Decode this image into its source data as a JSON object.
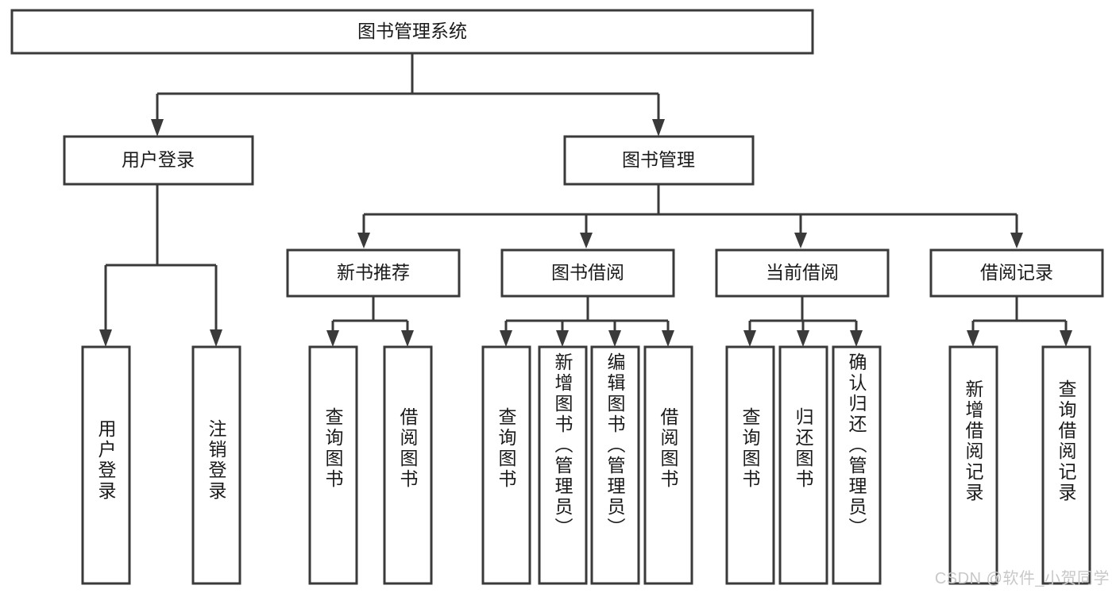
{
  "diagram": {
    "title": "图书管理系统",
    "type": "functional-decomposition-tree",
    "stroke_color": "#3a3a3a",
    "fill_color": "#ffffff",
    "text_color": "#1a1a1a",
    "watermark": "CSDN @软件_小贺同学",
    "levels": [
      {
        "level": 1,
        "nodes": [
          {
            "id": "root",
            "label": "图书管理系统",
            "orientation": "horizontal"
          }
        ]
      },
      {
        "level": 2,
        "nodes": [
          {
            "id": "login",
            "label": "用户登录",
            "orientation": "horizontal",
            "parent": "root"
          },
          {
            "id": "bookmgmt",
            "label": "图书管理",
            "orientation": "horizontal",
            "parent": "root"
          }
        ]
      },
      {
        "level": 3,
        "nodes": [
          {
            "id": "newbook",
            "label": "新书推荐",
            "orientation": "horizontal",
            "parent": "bookmgmt"
          },
          {
            "id": "borrow",
            "label": "图书借阅",
            "orientation": "horizontal",
            "parent": "bookmgmt"
          },
          {
            "id": "current",
            "label": "当前借阅",
            "orientation": "horizontal",
            "parent": "bookmgmt"
          },
          {
            "id": "records",
            "label": "借阅记录",
            "orientation": "horizontal",
            "parent": "bookmgmt"
          }
        ]
      },
      {
        "level": 4,
        "nodes": [
          {
            "id": "leaf-user-login",
            "label": "用户登录",
            "orientation": "vertical",
            "parent": "login"
          },
          {
            "id": "leaf-user-logout",
            "label": "注销登录",
            "orientation": "vertical",
            "parent": "login"
          },
          {
            "id": "leaf-query-book-1",
            "label": "查询图书",
            "orientation": "vertical",
            "parent": "newbook"
          },
          {
            "id": "leaf-borrow-book-1",
            "label": "借阅图书",
            "orientation": "vertical",
            "parent": "newbook"
          },
          {
            "id": "leaf-query-book-2",
            "label": "查询图书",
            "orientation": "vertical",
            "parent": "borrow"
          },
          {
            "id": "leaf-add-book",
            "label": "新增图书（管理员）",
            "orientation": "vertical",
            "parent": "borrow"
          },
          {
            "id": "leaf-edit-book",
            "label": "编辑图书（管理员）",
            "orientation": "vertical",
            "parent": "borrow"
          },
          {
            "id": "leaf-borrow-book-2",
            "label": "借阅图书",
            "orientation": "vertical",
            "parent": "borrow"
          },
          {
            "id": "leaf-query-book-3",
            "label": "查询图书",
            "orientation": "vertical",
            "parent": "current"
          },
          {
            "id": "leaf-return-book",
            "label": "归还图书",
            "orientation": "vertical",
            "parent": "current"
          },
          {
            "id": "leaf-confirm-return",
            "label": "确认归还（管理员）",
            "orientation": "vertical",
            "parent": "current"
          },
          {
            "id": "leaf-add-record",
            "label": "新增借阅记录",
            "orientation": "vertical",
            "parent": "records"
          },
          {
            "id": "leaf-query-record",
            "label": "查询借阅记录",
            "orientation": "vertical",
            "parent": "records"
          }
        ]
      }
    ]
  }
}
